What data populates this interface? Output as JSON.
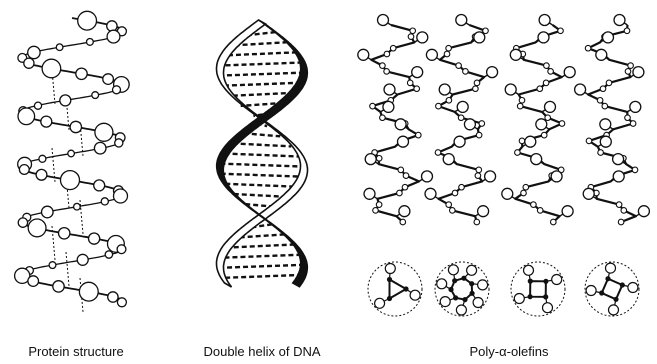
{
  "captions": {
    "protein": "Protein structure",
    "dna": "Double helix of DNA",
    "polyolefins": "Poly-α-olefins"
  },
  "colors": {
    "ink": "#111111",
    "background": "#ffffff"
  }
}
